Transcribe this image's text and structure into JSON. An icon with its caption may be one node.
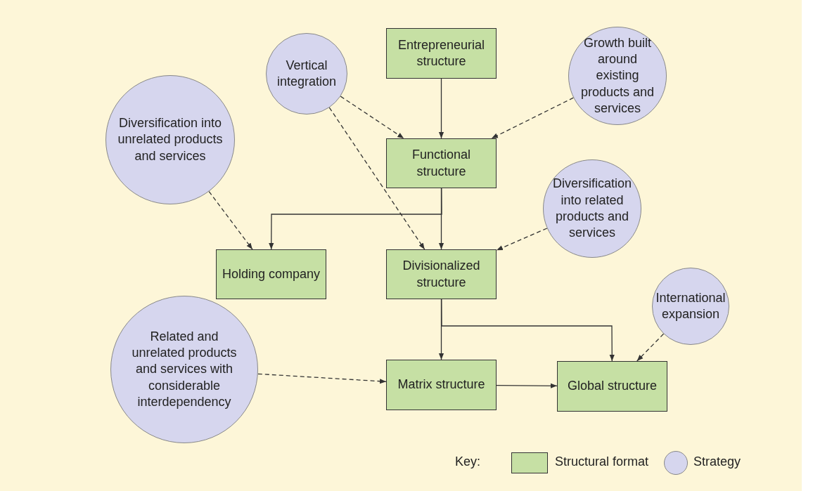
{
  "diagram": {
    "nodes": [
      {
        "text": [
          "Entrepreneurial structure"
        ]
      },
      {
        "text": [
          "Vertical integration"
        ]
      },
      {
        "text": [
          "Growth built around existing products and services"
        ]
      },
      {
        "text": [
          "Diversification into unrelated products and services"
        ]
      },
      {
        "text": [
          "Functional structure"
        ]
      },
      {
        "text": [
          "Diversification into related products and services"
        ]
      },
      {
        "text": [
          "Holding company"
        ]
      },
      {
        "text": [
          "Divisionalized structure"
        ]
      },
      {
        "text": [
          "International expansion"
        ]
      },
      {
        "text": [
          "Related and unrelated products and services with considerable interdependency"
        ]
      },
      {
        "text": [
          "Matrix structure"
        ]
      },
      {
        "text": [
          "Global structure"
        ]
      }
    ],
    "edges": [
      {
        "from": 0,
        "to": 4,
        "arrow": "to"
      },
      {
        "from": 1,
        "to": 4,
        "arrow": "to",
        "style": "dashed"
      },
      {
        "from": 2,
        "to": 4,
        "arrow": "to",
        "style": "dashed"
      },
      {
        "from": 3,
        "to": 6,
        "arrow": "to",
        "style": "dashed"
      },
      {
        "from": 4,
        "to": 6,
        "arrow": "to"
      },
      {
        "from": 4,
        "to": 7,
        "arrow": "to"
      },
      {
        "from": 1,
        "to": 7,
        "arrow": "to",
        "style": "dashed"
      },
      {
        "from": 5,
        "to": 7,
        "arrow": "to",
        "style": "dashed"
      },
      {
        "from": 7,
        "to": 10,
        "arrow": "to"
      },
      {
        "from": 7,
        "to": 11,
        "arrow": "to"
      },
      {
        "from": 8,
        "to": 11,
        "arrow": "to",
        "style": "dashed"
      },
      {
        "from": 9,
        "to": 10,
        "arrow": "to",
        "style": "dashed"
      },
      {
        "from": 10,
        "to": 11,
        "arrow": "to"
      }
    ],
    "labels": [
      "Key:"
    ],
    "legend": [
      {
        "text": "Structural format",
        "color": "#c6e0a4"
      },
      {
        "text": "Strategy",
        "color": "#d6d6ee"
      }
    ]
  }
}
